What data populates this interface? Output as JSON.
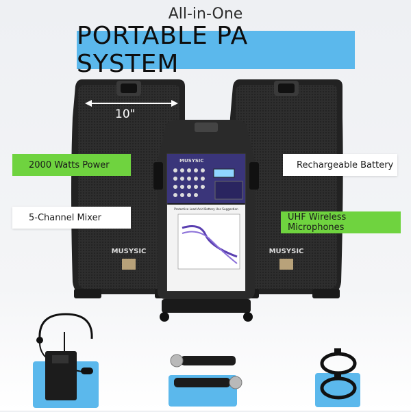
{
  "header": {
    "subtitle": "All-in-One",
    "title": "PORTABLE PA SYSTEM"
  },
  "dimension_label": "10\"",
  "features": {
    "watts": "2000 Watts Power",
    "battery": "Rechargeable Battery",
    "mixer": "5-Channel Mixer",
    "mics": "UHF Wireless Microphones"
  },
  "speaker_brand": "MUSYSIC",
  "mixer_panel": {
    "brand": "MUSYSIC",
    "chart_caption": "Protective Lead Acid Battery Use Suggestion"
  },
  "colors": {
    "title_band": "#5bb8ec",
    "green_label": "#6fd33f",
    "accessory_bg": "#5bb8ec"
  }
}
